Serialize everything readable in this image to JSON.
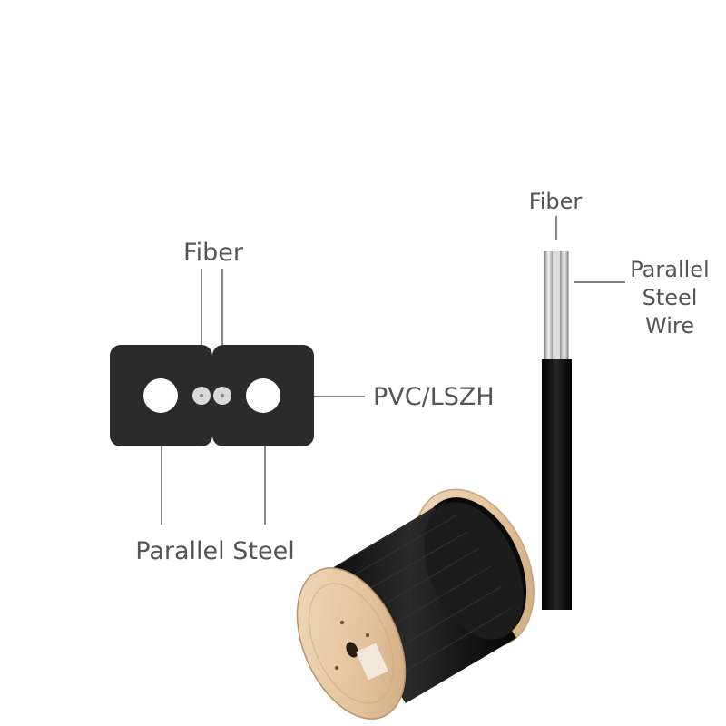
{
  "cross_section": {
    "fiber_label": "Fiber",
    "jacket_label": "PVC/LSZH",
    "strength_label": "Parallel Steel"
  },
  "side_view": {
    "fiber_label": "Fiber",
    "wire_label_line1": "Parallel",
    "wire_label_line2": "Steel",
    "wire_label_line3": "Wire"
  },
  "colors": {
    "jacket": "#2b2b2b",
    "steel_wire": "#ffffff",
    "fiber_core": "#d9d9d9",
    "leader_line": "#555555",
    "label_text": "#555555",
    "reel_wood": "#e6c8a2",
    "cable": "#151515"
  }
}
